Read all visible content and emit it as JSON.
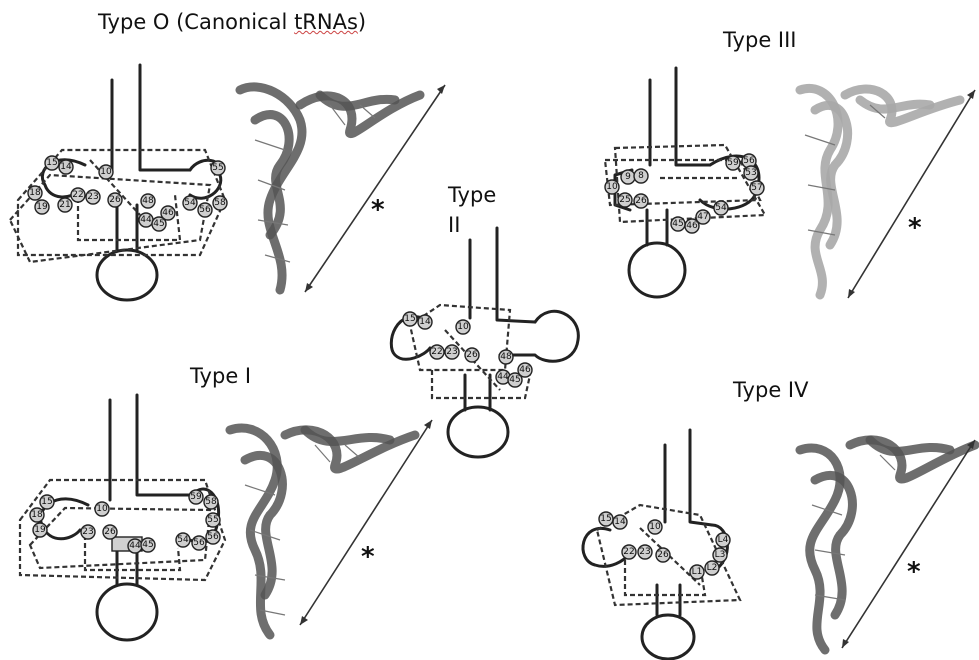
{
  "titles": {
    "type0_prefix": "Type O (Canonical ",
    "type0_trnas": "tRNAs",
    "type0_suffix": ")",
    "type1": "Type I",
    "type2_line1": "Type",
    "type2_line2": "II",
    "type3": "Type III",
    "type4": "Type IV"
  },
  "asterisk": "*",
  "nodes": {
    "type0": [
      "15",
      "14",
      "10",
      "18",
      "19",
      "21",
      "22",
      "23",
      "26",
      "48",
      "44",
      "45",
      "46",
      "55",
      "54",
      "56",
      "58"
    ],
    "type1": [
      "15",
      "18",
      "19",
      "10",
      "23",
      "26",
      "44",
      "45",
      "59",
      "58",
      "55",
      "54",
      "56"
    ],
    "type2": [
      "15",
      "14",
      "10",
      "22",
      "23",
      "26",
      "48",
      "44",
      "45",
      "46"
    ],
    "type3": [
      "9",
      "8",
      "10",
      "25",
      "26",
      "59",
      "56",
      "53",
      "57",
      "54",
      "47",
      "46",
      "45"
    ],
    "type4": [
      "15",
      "14",
      "10",
      "22",
      "23",
      "26",
      "L4",
      "L3",
      "L2",
      "L1"
    ]
  }
}
